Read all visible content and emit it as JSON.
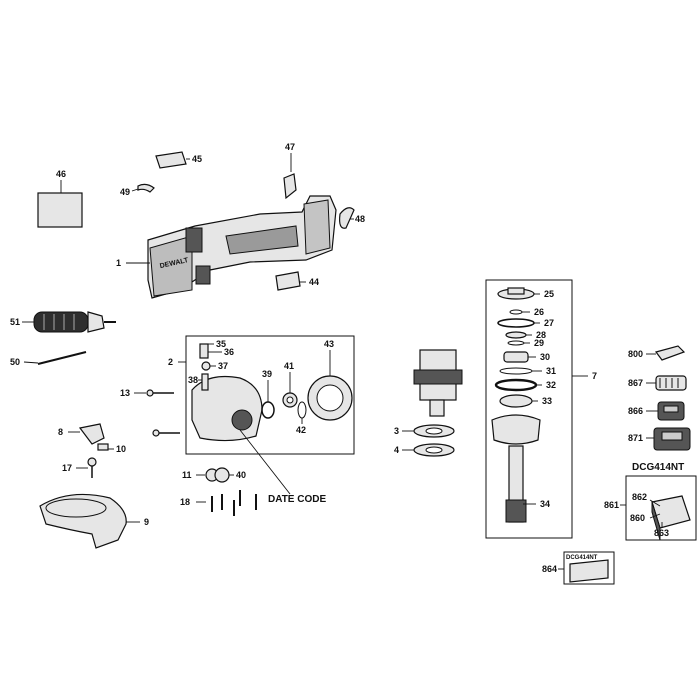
{
  "labels": {
    "p1": "1",
    "p2": "2",
    "p3": "3",
    "p4": "4",
    "p7": "7",
    "p8": "8",
    "p9": "9",
    "p10": "10",
    "p11": "11",
    "p13": "13",
    "p17": "17",
    "p18": "18",
    "p25": "25",
    "p26": "26",
    "p27": "27",
    "p28": "28",
    "p29": "29",
    "p30": "30",
    "p31": "31",
    "p32": "32",
    "p33": "33",
    "p34": "34",
    "p35": "35",
    "p36": "36",
    "p37": "37",
    "p38": "38",
    "p39": "39",
    "p40": "40",
    "p41": "41",
    "p42": "42",
    "p43": "43",
    "p44": "44",
    "p45": "45",
    "p46": "46",
    "p47": "47",
    "p48": "48",
    "p49": "49",
    "p50": "50",
    "p51": "51",
    "p800": "800",
    "p860": "860",
    "p861": "861",
    "p862": "862",
    "p863": "863",
    "p864": "864",
    "p866": "866",
    "p867": "867",
    "p871": "871"
  },
  "date_code": "DATE CODE",
  "kit_title": "DCG414NT",
  "kit_insert_title": "DCG414NT",
  "brand_mark": "DEWALT"
}
